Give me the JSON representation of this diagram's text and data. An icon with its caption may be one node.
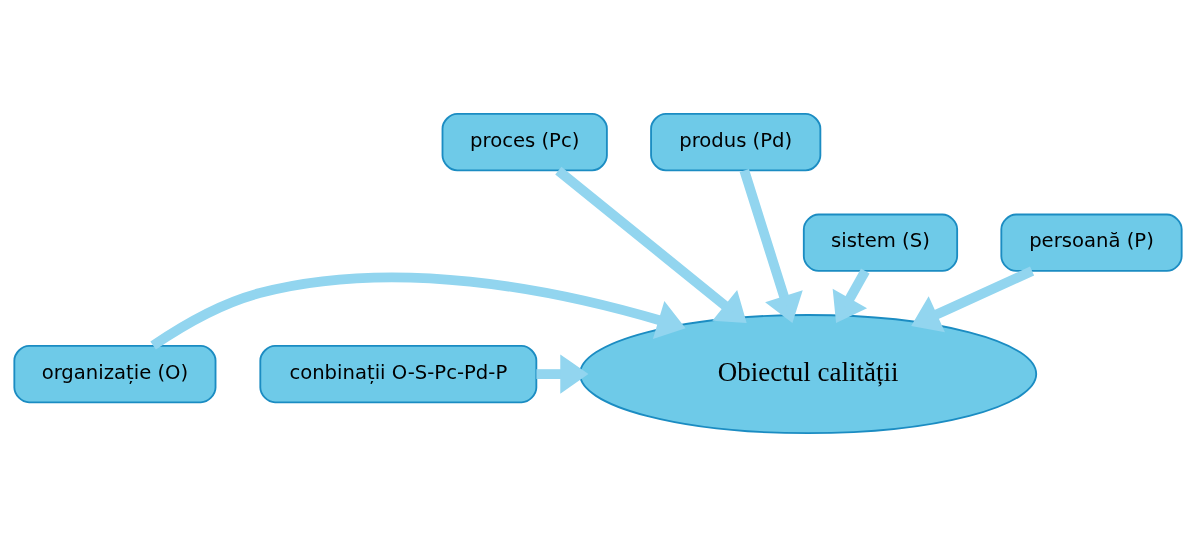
{
  "diagram": {
    "nodes": [
      {
        "text": [
          "proces (Pc)"
        ]
      },
      {
        "text": [
          "produs (Pd)"
        ]
      },
      {
        "text": [
          "sistem (S)"
        ]
      },
      {
        "text": [
          "persoană (P)"
        ]
      },
      {
        "text": [
          "organizație (O)"
        ]
      },
      {
        "text": [
          "Obiectul calității"
        ]
      },
      {
        "text": [
          "conbinații O-S-Pc-Pd-P"
        ]
      }
    ],
    "edges": [
      {
        "from": 4,
        "to": 5,
        "arrow": "to"
      },
      {
        "from": 2,
        "to": 5,
        "arrow": "to"
      },
      {
        "from": 0,
        "to": 5,
        "arrow": "to"
      },
      {
        "from": 1,
        "to": 5,
        "arrow": "to"
      },
      {
        "from": 3,
        "to": 5,
        "arrow": "to"
      },
      {
        "from": 6,
        "to": 5,
        "arrow": "to"
      }
    ]
  }
}
